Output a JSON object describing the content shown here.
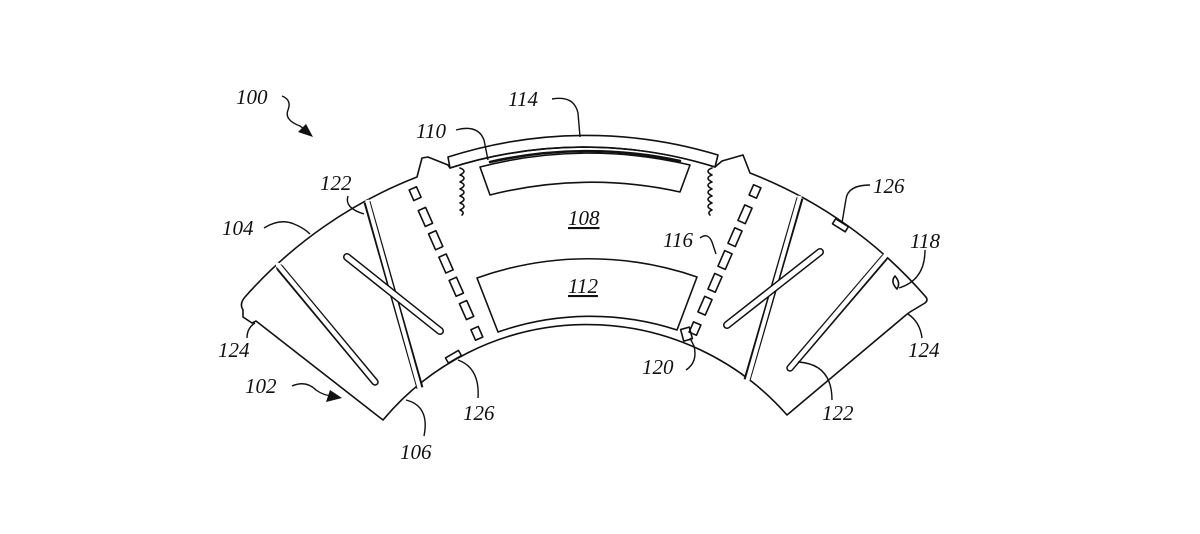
{
  "figure": {
    "labels": {
      "assembly": "100",
      "band": "102",
      "outer_surface": "104",
      "inner_surface": "106",
      "housing": "108",
      "opening_top": "110",
      "opening_center": "112",
      "cover": "114",
      "dashed_slots": "116",
      "edge_recess": "118",
      "inner_notch": "120",
      "slot_left": "122",
      "slot_right": "122",
      "end_notch_left": "124",
      "end_notch_right": "124",
      "marker_right": "126",
      "marker_bottom": "126"
    }
  }
}
